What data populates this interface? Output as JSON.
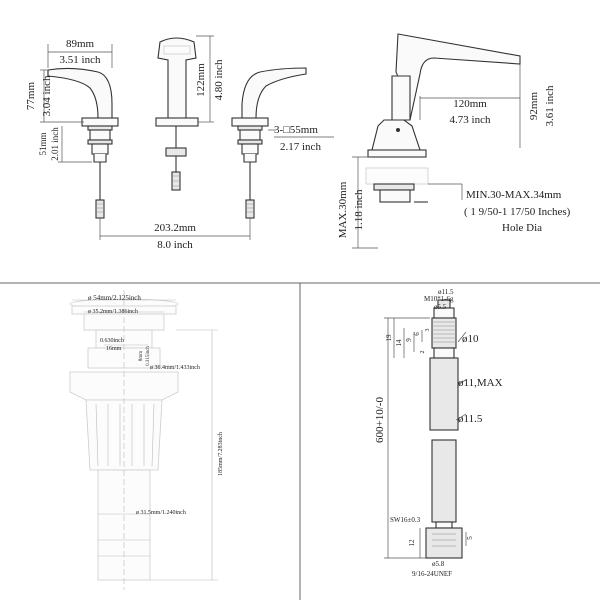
{
  "panel_top": {
    "handle_width_mm": "89mm",
    "handle_width_in": "3.51 inch",
    "handle_height_mm": "77mm",
    "handle_height_in": "3.04 inch",
    "valve_height_mm": "51mm",
    "valve_height_in": "2.01 inch",
    "spout_height_mm": "122mm",
    "spout_height_in": "4.80 inch",
    "hole_dia_mm": "3-□55mm",
    "hole_dia_in": "2.17 inch",
    "spread_mm": "203.2mm",
    "spread_in": "8.0 inch",
    "reach_mm": "120mm",
    "reach_in": "4.73 inch",
    "spout_rise_mm": "92mm",
    "spout_rise_in": "3.61 inch",
    "deck_max_mm": "MAX.30mm",
    "deck_max_in": "1.18 inch",
    "deck_range_mm": "MIN.30-MAX.34mm",
    "deck_range_in": "( 1 9/50-1 17/50 Inches)",
    "hole_label": "Hole Dia"
  },
  "panel_drain": {
    "flange_dia": "ø 54mm/2.125inch",
    "inner_dia": "ø 35.2mm/1.386inch",
    "dim_0630": "0.630inch",
    "dim_16mm": "16mm",
    "dim_8mm": "8mm",
    "dim_0315": "0.315inch",
    "body_dia": "ø 36.4mm/1.433inch",
    "length": "185mm/7.283inch",
    "tail_dia": "ø 31.5mm/1.240inch"
  },
  "panel_hose": {
    "tip_dia": "ø11.5",
    "thread": "M10*1-6g",
    "tip_inner": "ø5.5",
    "dim_19": "19",
    "dim_14": "14",
    "dim_9": "9",
    "dim_6": "6",
    "dim_3": "3",
    "dim_2": "2",
    "dia_10": "ø10",
    "dia_11max": "ø11,MAX",
    "dia_115": "ø11.5",
    "length": "600+10/-0",
    "sw": "SW16±0.3",
    "dim_12": "12",
    "dim_5": "5",
    "dia_58": "ø5.8",
    "end_thread": "9/16-24UNEF"
  }
}
